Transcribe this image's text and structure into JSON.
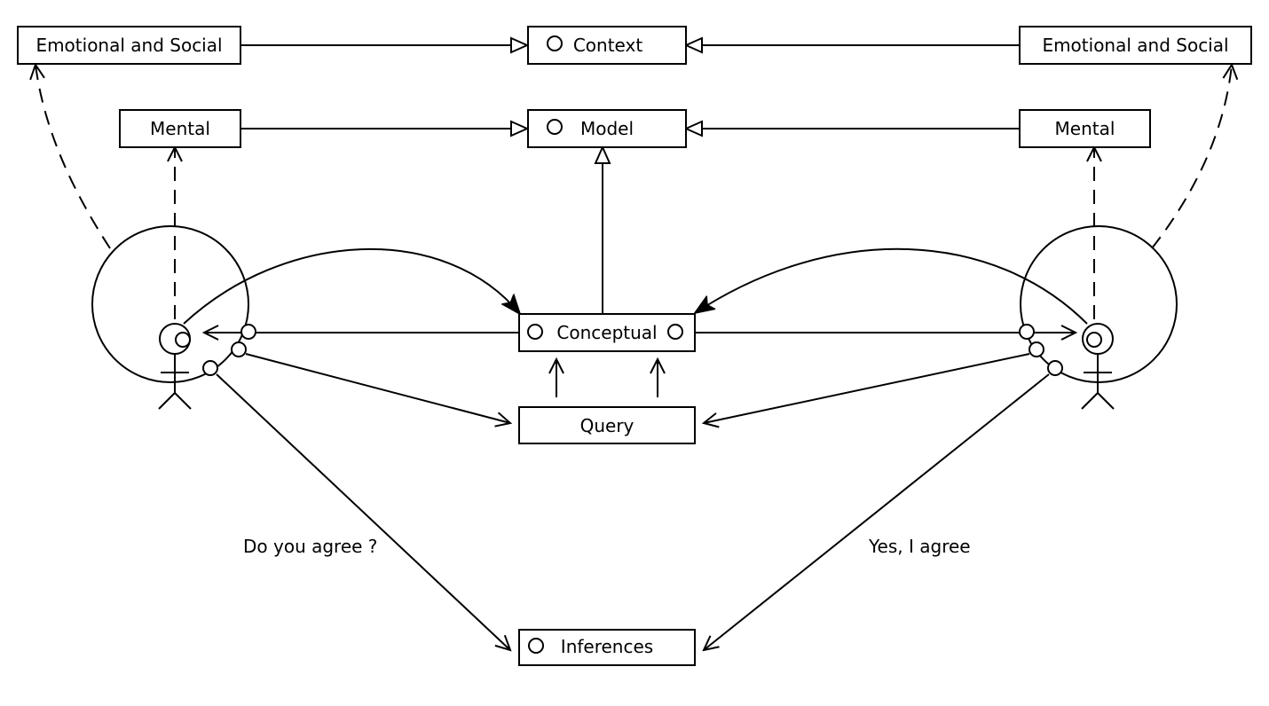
{
  "boxes": {
    "emotional_left": "Emotional and Social",
    "emotional_right": "Emotional and Social",
    "context": "Context",
    "mental_left": "Mental",
    "mental_right": "Mental",
    "model": "Model",
    "conceptual": "Conceptual",
    "query": "Query",
    "inferences": "Inferences"
  },
  "captions": {
    "left_question": "Do you agree ?",
    "right_answer": "Yes, I agree"
  },
  "colors": {
    "stroke": "#000000",
    "fill": "#ffffff"
  }
}
